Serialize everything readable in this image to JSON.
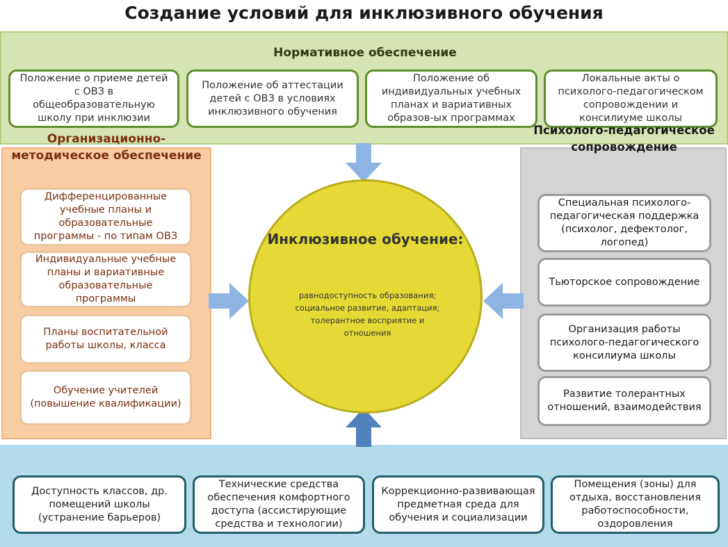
{
  "title": "Создание условий для инклюзивного обучения",
  "center": {
    "heading": "Инклюзивное обучение:",
    "lines": [
      "равнодоступность образования;",
      "социальное развитие, адаптация;",
      "толерантное восприятие и",
      "отношения"
    ]
  },
  "top": {
    "heading": "Нормативное обеспечение",
    "items": [
      "Положение о приеме детей с ОВЗ в общеобразовательную школу при инклюзии",
      "Положение об аттестации детей с ОВЗ в условиях инклюзивного обучения",
      "Положение об индивидуальных учебных планах и вариативных образов-ых программах",
      "Локальные акты о психолого-педагогическом сопровождении и консилиуме школы"
    ]
  },
  "left": {
    "heading": "Организационно-методическое обеспечение",
    "items": [
      "Дифференцированные учебные планы и образовательные программы - по типам ОВЗ",
      "Индивидуальные учебные планы и вариативные образовательные программы",
      "Планы воспитательной работы школы, класса",
      "Обучение учителей (повышение квалификации)"
    ]
  },
  "right": {
    "heading": "Психолого-педагогическое сопровождение",
    "items": [
      "Специальная психолого-педагогическая поддержка (психолог, дефектолог, логопед)",
      "Тьюторское сопровождение",
      "Организация работы психолого-педагогического консилиума школы",
      "Развитие толерантных отношений, взаимодействия"
    ]
  },
  "bottom": {
    "items": [
      "Доступность классов, др. помещений школы (устранение барьеров)",
      "Технические средства обеспечения комфортного доступа (ассистирующие средства и технологии)",
      "Коррекционно-развивающая предметная среда для обучения и социализации",
      "Помещения (зоны) для отдыха, восстановления работоспособности, оздоровления"
    ]
  },
  "colors": {
    "normative": "#d6e4b3",
    "methodical": "#f9cda4",
    "psych": "#d4d4d4",
    "material": "#b4dbe9",
    "center": "#e6d935",
    "arrow": "#8eb4e3"
  }
}
